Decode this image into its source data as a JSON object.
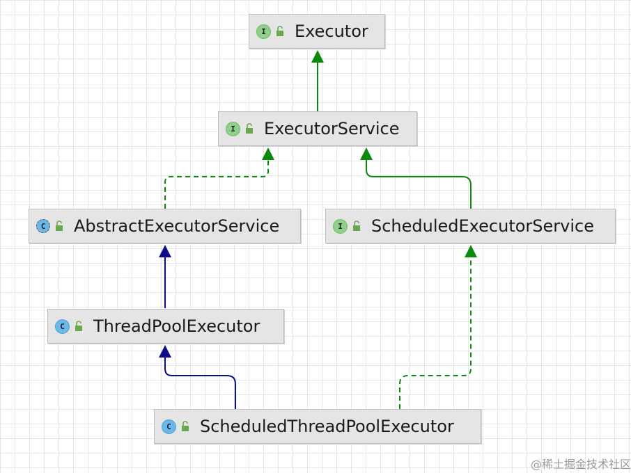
{
  "nodes": {
    "executor": {
      "badge": "I",
      "label": "Executor"
    },
    "executor_service": {
      "badge": "I",
      "label": "ExecutorService"
    },
    "abstract_executor_service": {
      "badge": "C",
      "label": "AbstractExecutorService"
    },
    "scheduled_executor_service": {
      "badge": "I",
      "label": "ScheduledExecutorService"
    },
    "thread_pool_executor": {
      "badge": "C",
      "label": "ThreadPoolExecutor"
    },
    "scheduled_thread_pool_executor": {
      "badge": "C",
      "label": "ScheduledThreadPoolExecutor"
    }
  },
  "edges": [
    {
      "from": "ExecutorService",
      "to": "Executor",
      "kind": "extends-interface",
      "style": "solid",
      "color": "#0a8a0a"
    },
    {
      "from": "AbstractExecutorService",
      "to": "ExecutorService",
      "kind": "implements",
      "style": "dashed",
      "color": "#0a8a0a"
    },
    {
      "from": "ScheduledExecutorService",
      "to": "ExecutorService",
      "kind": "extends-interface",
      "style": "solid",
      "color": "#0a8a0a"
    },
    {
      "from": "ThreadPoolExecutor",
      "to": "AbstractExecutorService",
      "kind": "extends-class",
      "style": "solid",
      "color": "#0d0d8a"
    },
    {
      "from": "ScheduledThreadPoolExecutor",
      "to": "ThreadPoolExecutor",
      "kind": "extends-class",
      "style": "solid",
      "color": "#0d0d8a"
    },
    {
      "from": "ScheduledThreadPoolExecutor",
      "to": "ScheduledExecutorService",
      "kind": "implements",
      "style": "dashed",
      "color": "#0a8a0a"
    }
  ],
  "colors": {
    "interface_badge": "#8fd08a",
    "class_badge": "#6ab7e8",
    "lock_icon": "#6aa84f",
    "node_background": "#e5e5e5"
  },
  "icons": {
    "visibility": "unlocked-padlock-icon"
  },
  "watermark": "@稀土掘金技术社区"
}
